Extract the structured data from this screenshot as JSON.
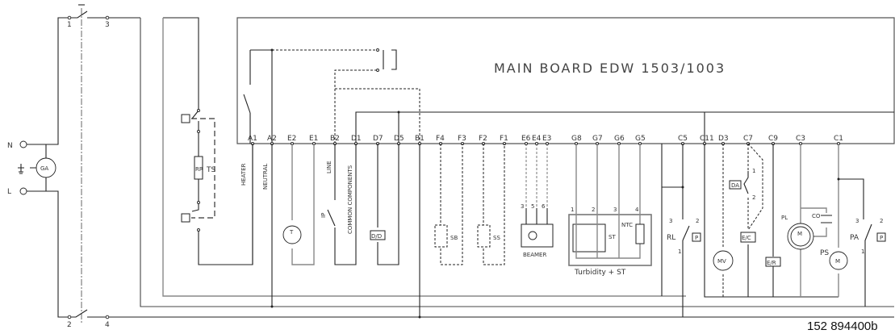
{
  "title": "MAIN BOARD EDW 1503/1003",
  "drawing_number": "152 894400b",
  "mains": {
    "neutral": "N",
    "line": "L",
    "filter": "GA"
  },
  "door_switch_contacts": [
    "1",
    "3",
    "2",
    "4"
  ],
  "connector_pins": [
    "A1",
    "A2",
    "E2",
    "E1",
    "B2",
    "D1",
    "D7",
    "D5",
    "B1",
    "F4",
    "F3",
    "F2",
    "F1",
    "E6",
    "E4",
    "E3",
    "G8",
    "G7",
    "G6",
    "G5",
    "C5",
    "C11",
    "D3",
    "C7",
    "C9",
    "C3",
    "C1"
  ],
  "rail_labels": {
    "heater": "HEATER",
    "neutral": "NEUTRAL",
    "line": "LINE",
    "common": "COMMON COMPONENTS"
  },
  "components": {
    "ts": "TS",
    "timer": "T",
    "ip": "IP",
    "dispenser": "D/D",
    "sb": "SB",
    "ss": "SS",
    "beamer": "BEAMER",
    "beamer_pins": [
      "3",
      "5",
      "6"
    ],
    "st": "ST",
    "ntc": "NTC",
    "turbidity_pins": [
      "1",
      "2",
      "3",
      "4"
    ],
    "turbidity_label": "Turbidity + ST",
    "rl": "RL",
    "rl_pins": [
      "3",
      "2",
      "1"
    ],
    "p": "P",
    "mv": "MV",
    "da": "DA",
    "da_pins": [
      "1",
      "2"
    ],
    "ev": "E/C",
    "er": "E/R",
    "pl": "PL",
    "co": "CO",
    "ps": "PS",
    "m": "M",
    "pa": "PA",
    "pa_pins": [
      "3",
      "2",
      "1"
    ]
  }
}
